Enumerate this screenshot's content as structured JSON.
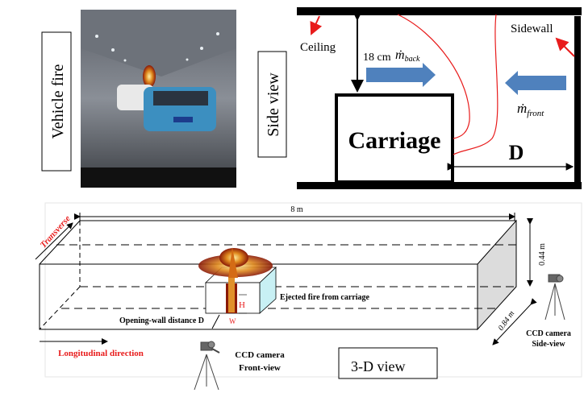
{
  "photo_panel": {
    "label": "Vehicle fire"
  },
  "side_view": {
    "label": "Side view",
    "ceiling": "Ceiling",
    "sidewall": "Sidewall",
    "gap": "18 cm",
    "m_back_symbol": "ṁ",
    "m_back_sub": "back",
    "m_front_symbol": "ṁ",
    "m_front_sub": "front",
    "carriage": "Carriage",
    "distance": "D"
  },
  "three_d_view": {
    "label": "3-D view",
    "length": "8 m",
    "height": "0.44 m",
    "width": "0.84 m",
    "transverse": "Transverse",
    "longitudinal": "Longitudinal direction",
    "ejected_fire": "Ejected fire from carriage",
    "opening_distance": "Opening-wall distance D",
    "H": "H",
    "W": "W",
    "side_camera": [
      "CCD camera",
      "Side-view"
    ],
    "front_camera": [
      "CCD camera",
      "Front-view"
    ]
  },
  "colors": {
    "accent_red": "#e81c1c",
    "flow_blue": "#4f81bd",
    "fire": "#c0430f"
  }
}
